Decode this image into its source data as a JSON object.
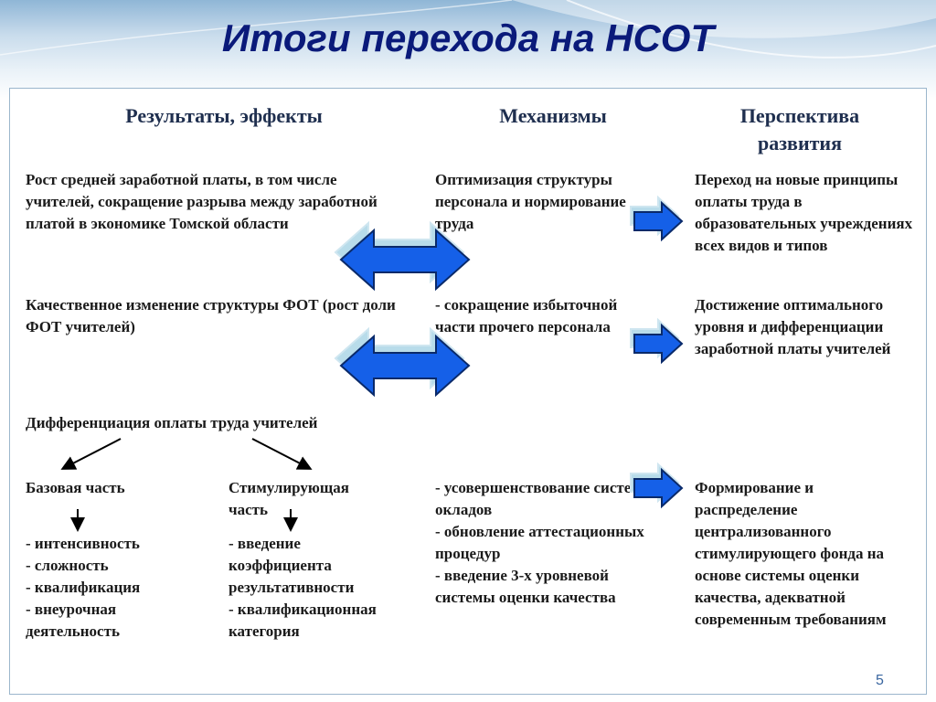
{
  "title": "Итоги перехода на НСОТ",
  "columns": {
    "results": "Результаты, эффекты",
    "mechanisms": "Механизмы",
    "perspective": "Перспектива\nразвития"
  },
  "results": {
    "r1": "Рост средней заработной платы, в том числе учителей, сокращение разрыва между заработной платой в экономике Томской области",
    "r2": "Качественное изменение структуры ФОТ (рост доли ФОТ учителей)",
    "r3": "Дифференциация оплаты труда учителей",
    "base_title": "Базовая часть",
    "base_items": "- интенсивность\n- сложность\n- квалификация\n- внеурочная\nдеятельность",
    "stim_title": "Стимулирующая\nчасть",
    "stim_items": "- введение\nкоэффициента\nрезультативности\n- квалификационная\nкатегория"
  },
  "mechanisms": {
    "m1": "Оптимизация структуры персонала и нормирование труда",
    "m2": "- сокращение избыточной части прочего персонала",
    "m3": "- усовершенствование системы окладов\n- обновление аттестационных процедур\n- введение 3-х уровневой системы оценки качества"
  },
  "perspective": {
    "p1": "Переход на  новые принципы оплаты труда в образовательных учреждениях всех видов и типов",
    "p2": "Достижение оптимального уровня и дифференциации заработной платы учителей",
    "p3": "Формирование и распределение централизованного стимулирующего фонда на основе системы оценки качества, адекватной современным требованиям"
  },
  "page_number": "5",
  "colors": {
    "arrow_fill": "#1560e8",
    "arrow_shadow": "#b8dcea",
    "title": "#0a1a7a"
  }
}
